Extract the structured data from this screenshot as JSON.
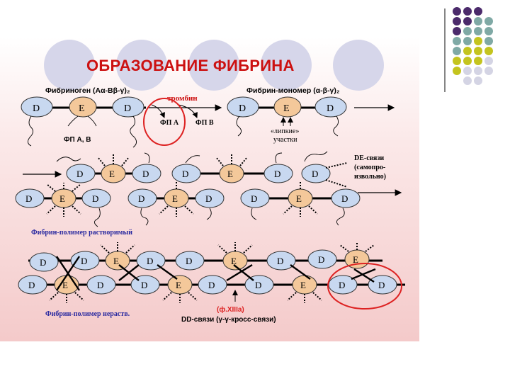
{
  "title": "ОБРАЗОВАНИЕ ФИБРИНА",
  "colors": {
    "purple": "#4b2a6b",
    "teal": "#7fa9a5",
    "olive": "#c4c41e",
    "grey": "#d4d4e4",
    "domain_d": "#c8d8f0",
    "domain_e": "#f4c89a",
    "annotation_red": "#dd2222",
    "bg_pink": "#f7d0d0"
  },
  "top": {
    "fibrinogen_label": "Фибриноген (Aα-Bβ-γ)₂",
    "thrombin_label": "тромбин",
    "fpa_label": "ФП А",
    "fpb_label": "ФП В",
    "fpab_label": "ФП А, В",
    "monomer_label": "Фибрин-мономер (α-β-γ)₂",
    "sticky_label_1": "«липкие»",
    "sticky_label_2": "участки"
  },
  "middle": {
    "de_label_1": "DE-связи",
    "de_label_2": "(самопро-",
    "de_label_3": "извольно)",
    "soluble_label": "Фибрин-полимер растворимый"
  },
  "bottom": {
    "insoluble_label": "Фибрин-полимер нераств.",
    "factor_label": "(ф.XIIIa)",
    "dd_label": "DD-связи (γ-γ-кросс-связи)"
  },
  "domain_letters": {
    "d": "D",
    "e": "E"
  }
}
